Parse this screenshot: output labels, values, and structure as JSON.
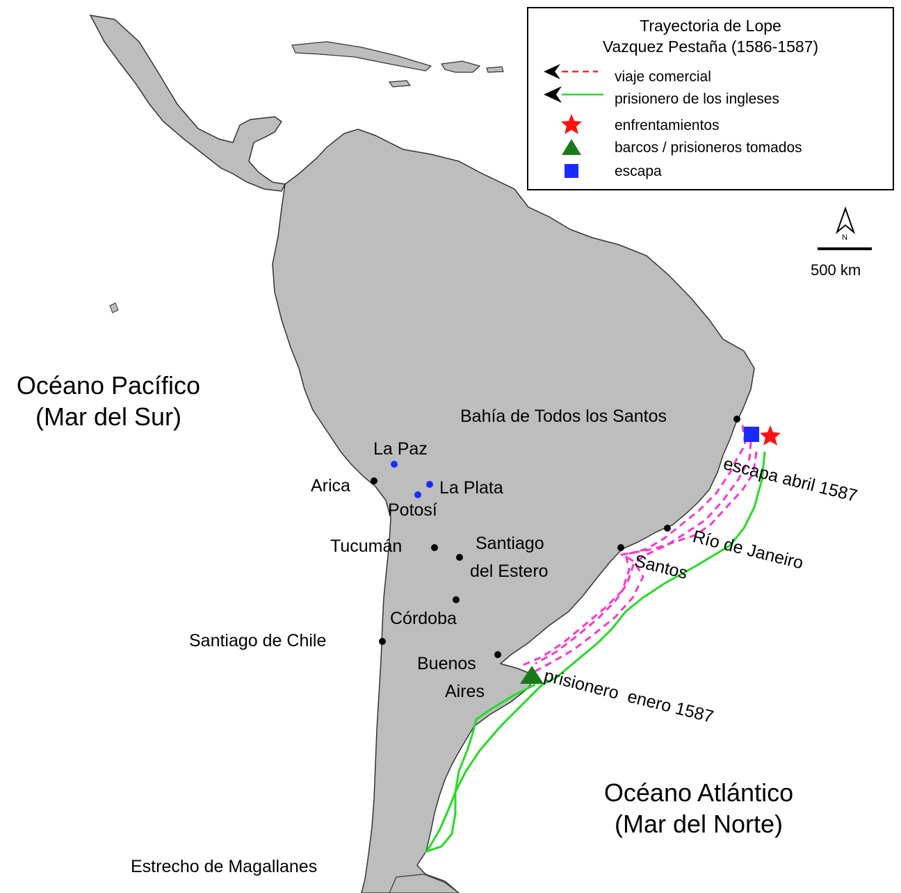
{
  "legend": {
    "title_line1": "Trayectoria de Lope",
    "title_line2": "Vazquez Pestaña (1586-1587)",
    "items": [
      {
        "label": "viaje comercial",
        "symbol": "dashed-line-arrow",
        "color": "#ff2222"
      },
      {
        "label": "prisionero de los ingleses",
        "symbol": "solid-line-arrow",
        "color": "#22dd22"
      },
      {
        "label": "enfrentamientos",
        "symbol": "star",
        "color": "#ff1111"
      },
      {
        "label": "barcos / prisioneros tomados",
        "symbol": "triangle",
        "color": "#1a7a1a"
      },
      {
        "label": "escapa",
        "symbol": "square",
        "color": "#1a2bff"
      }
    ]
  },
  "scale": {
    "north": "N",
    "distance": "500 km"
  },
  "oceans": {
    "pacific_line1": "Océano Pacífico",
    "pacific_line2": "(Mar del Sur)",
    "atlantic_line1": "Océano Atlántico",
    "atlantic_line2": "(Mar del Norte)"
  },
  "places": {
    "bahia": "Bahía de Todos los Santos",
    "la_paz": "La Paz",
    "arica": "Arica",
    "la_plata": "La Plata",
    "potosi": "Potosí",
    "tucuman": "Tucumán",
    "santiago_estero_1": "Santiago",
    "santiago_estero_2": "del Estero",
    "cordoba": "Córdoba",
    "santiago_chile": "Santiago de Chile",
    "buenos_aires_1": "Buenos",
    "buenos_aires_2": "Aires",
    "rio": "Río de Janeiro",
    "santos": "Santos",
    "magallanes": "Estrecho de Magallanes"
  },
  "events": {
    "escape": "escapa abril 1587",
    "prisoner": "prisionero  enero 1587"
  },
  "colors": {
    "land": "#bdbdbd",
    "coast": "#333333",
    "trade_route": "#ff33cc",
    "prisoner_route": "#22dd22",
    "city_capital_dot": "#1a2bff",
    "city_dot": "#000000"
  }
}
